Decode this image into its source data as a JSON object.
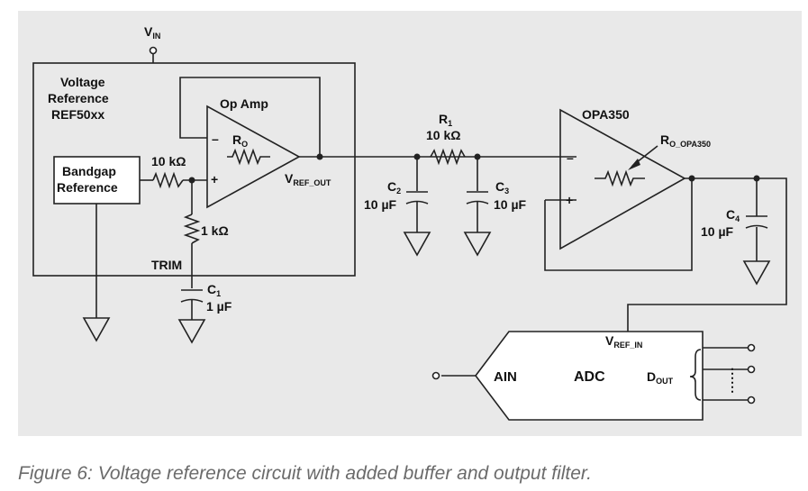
{
  "figure": {
    "caption": "Figure 6: Voltage reference circuit with added buffer and output filter.",
    "labels": {
      "vin": "V",
      "vin_sub": "IN",
      "ref_title_1": "Voltage",
      "ref_title_2": "Reference",
      "ref_title_3": "REF50xx",
      "op_amp": "Op Amp",
      "ro": "R",
      "ro_sub": "O",
      "bandgap_1": "Bandgap",
      "bandgap_2": "Reference",
      "r_10k": "10 kΩ",
      "r_1k": "1 kΩ",
      "trim": "TRIM",
      "vref_out": "V",
      "vref_out_sub": "REF_OUT",
      "c1": "C",
      "c1_sub": "1",
      "c1_val": "1 µF",
      "r1": "R",
      "r1_sub": "1",
      "r1_val": "10 kΩ",
      "c2": "C",
      "c2_sub": "2",
      "c2_val": "10 µF",
      "c3": "C",
      "c3_sub": "3",
      "c3_val": "10 µF",
      "opa350": "OPA350",
      "ro_opa": "R",
      "ro_opa_sub": "O_OPA350",
      "c4": "C",
      "c4_sub": "4",
      "c4_val": "10 µF",
      "vref_in": "V",
      "vref_in_sub": "REF_IN",
      "ain": "AIN",
      "adc": "ADC",
      "dout": "D",
      "dout_sub": "OUT",
      "minus": "–",
      "plus": "+"
    }
  }
}
